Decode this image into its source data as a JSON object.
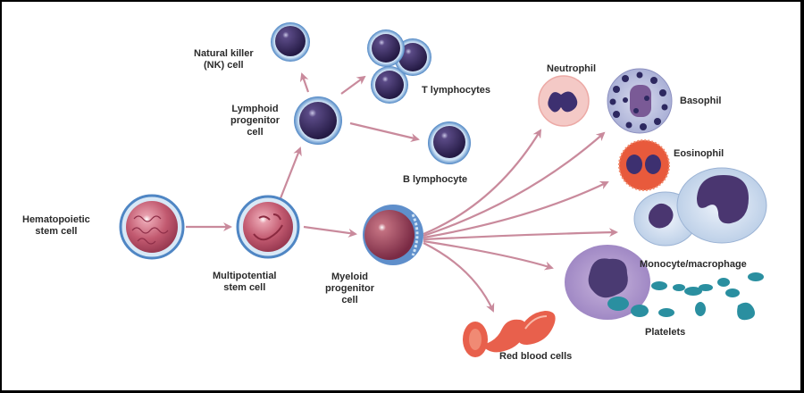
{
  "title": "Hematopoiesis: blood cell lineage",
  "colors": {
    "arrow": "#c98a9c",
    "membrane": "#5b8fc9",
    "nucleus": "#3a2a5e",
    "stem_cytoplasm": "#b04a60",
    "neutrophil_bg": "#f4c9c6",
    "eosinophil_bg": "#e85a3c",
    "rbc": "#e8604c",
    "platelet": "#2a8fa0"
  },
  "cells": {
    "hematopoietic_stem": {
      "label": "Hematopoietic\nstem cell"
    },
    "multipotential_stem": {
      "label": "Multipotential\nstem cell"
    },
    "lymphoid_progenitor": {
      "label": "Lymphoid\nprogenitor\ncell"
    },
    "myeloid_progenitor": {
      "label": "Myeloid\nprogenitor\ncell"
    },
    "nk_cell": {
      "label": "Natural killer\n(NK) cell"
    },
    "t_lymphocytes": {
      "label": "T lymphocytes"
    },
    "b_lymphocyte": {
      "label": "B lymphocyte"
    },
    "neutrophil": {
      "label": "Neutrophil"
    },
    "basophil": {
      "label": "Basophil"
    },
    "eosinophil": {
      "label": "Eosinophil"
    },
    "monocyte_macrophage": {
      "label": "Monocyte/macrophage"
    },
    "platelets": {
      "label": "Platelets"
    },
    "red_blood_cells": {
      "label": "Red blood cells"
    }
  },
  "edges": [
    {
      "from": "Hematopoietic stem cell",
      "to": "Multipotential stem cell"
    },
    {
      "from": "Multipotential stem cell",
      "to": "Lymphoid progenitor cell"
    },
    {
      "from": "Multipotential stem cell",
      "to": "Myeloid progenitor cell"
    },
    {
      "from": "Lymphoid progenitor cell",
      "to": "Natural killer (NK) cell"
    },
    {
      "from": "Lymphoid progenitor cell",
      "to": "T lymphocytes"
    },
    {
      "from": "Lymphoid progenitor cell",
      "to": "B lymphocyte"
    },
    {
      "from": "Myeloid progenitor cell",
      "to": "Neutrophil"
    },
    {
      "from": "Myeloid progenitor cell",
      "to": "Basophil"
    },
    {
      "from": "Myeloid progenitor cell",
      "to": "Eosinophil"
    },
    {
      "from": "Myeloid progenitor cell",
      "to": "Monocyte/macrophage"
    },
    {
      "from": "Myeloid progenitor cell",
      "to": "Platelets"
    },
    {
      "from": "Myeloid progenitor cell",
      "to": "Red blood cells"
    }
  ]
}
